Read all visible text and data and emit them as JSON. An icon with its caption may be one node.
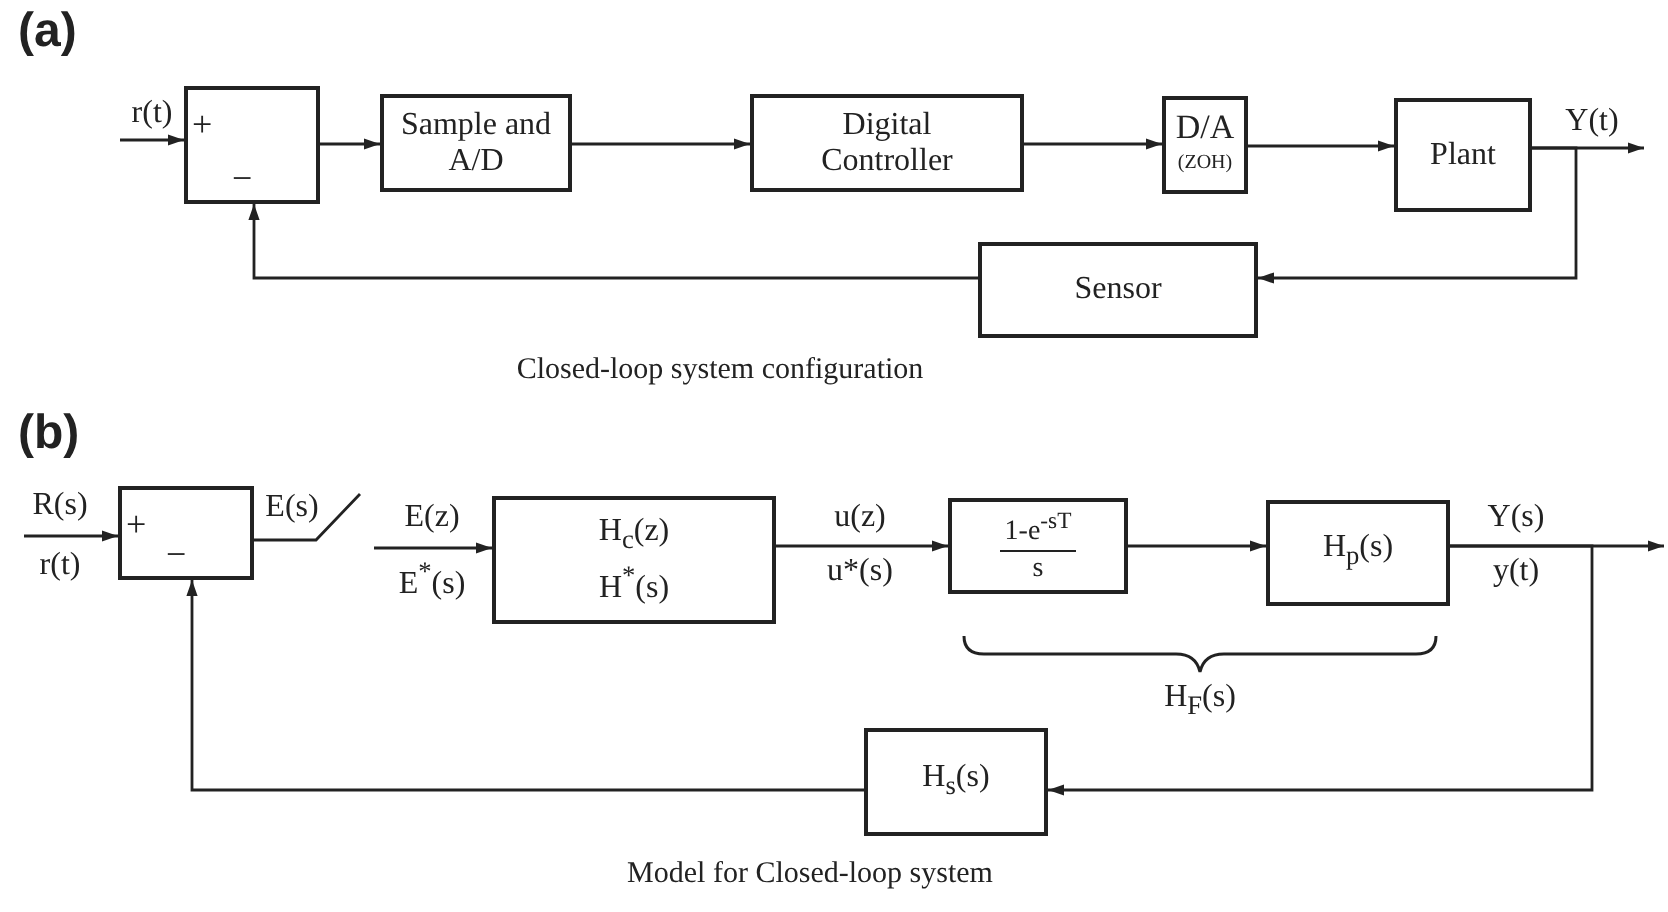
{
  "diagram": {
    "nodes": [
      {
        "text": [
          "+",
          "−"
        ]
      },
      {
        "text": [
          "Sample and A/D"
        ]
      },
      {
        "text": [
          "Digital Controller"
        ]
      },
      {
        "text": [
          "D/A",
          "(ZOH)"
        ]
      },
      {
        "text": [
          "Plant"
        ]
      },
      {
        "text": [
          "Sensor"
        ]
      },
      {
        "text": [
          "+",
          "−"
        ]
      },
      {
        "text": [
          "H$_{c}$(z)",
          "H$^{*}$(s)"
        ]
      },
      {
        "text": [
          "1-e$^{-sT}$",
          "s"
        ]
      },
      {
        "text": [
          "H$_{p}$(s)"
        ]
      },
      {
        "text": [
          "H$_{s}$(s)"
        ]
      }
    ],
    "edges": [
      {
        "from": null,
        "to": 0,
        "arrow": "to",
        "label": "r(t)"
      },
      {
        "from": 0,
        "to": 1,
        "arrow": "to"
      },
      {
        "from": 1,
        "to": 2,
        "arrow": "to"
      },
      {
        "from": 2,
        "to": 3,
        "arrow": "to"
      },
      {
        "from": 3,
        "to": 4,
        "arrow": "to"
      },
      {
        "from": 4,
        "to": null,
        "arrow": "to",
        "label": "Y(t)"
      },
      {
        "from": 4,
        "to": 5,
        "arrow": "to"
      },
      {
        "from": 5,
        "to": 0,
        "arrow": "to"
      },
      {
        "from": null,
        "to": 6,
        "arrow": "to",
        "label": "R(s)"
      },
      {
        "from": 6,
        "to": null,
        "arrow": "none",
        "label": "E(s)"
      },
      {
        "from": null,
        "to": 7,
        "arrow": "to",
        "label": "E(z)"
      },
      {
        "from": 7,
        "to": 8,
        "arrow": "to",
        "label": "u(z)"
      },
      {
        "from": 8,
        "to": 9,
        "arrow": "to"
      },
      {
        "from": 9,
        "to": null,
        "arrow": "to",
        "label": "Y(s)"
      },
      {
        "from": 9,
        "to": 10,
        "arrow": "to"
      },
      {
        "from": 10,
        "to": 6,
        "arrow": "to"
      }
    ],
    "labels": [
      "(a)",
      "Closed-loop system configuration",
      "(b)",
      "r(t)",
      "E$^{*}$(s)",
      "u*(s)",
      "y(t)",
      "H$_{F}$(s)",
      "Model for Closed-loop system"
    ]
  }
}
